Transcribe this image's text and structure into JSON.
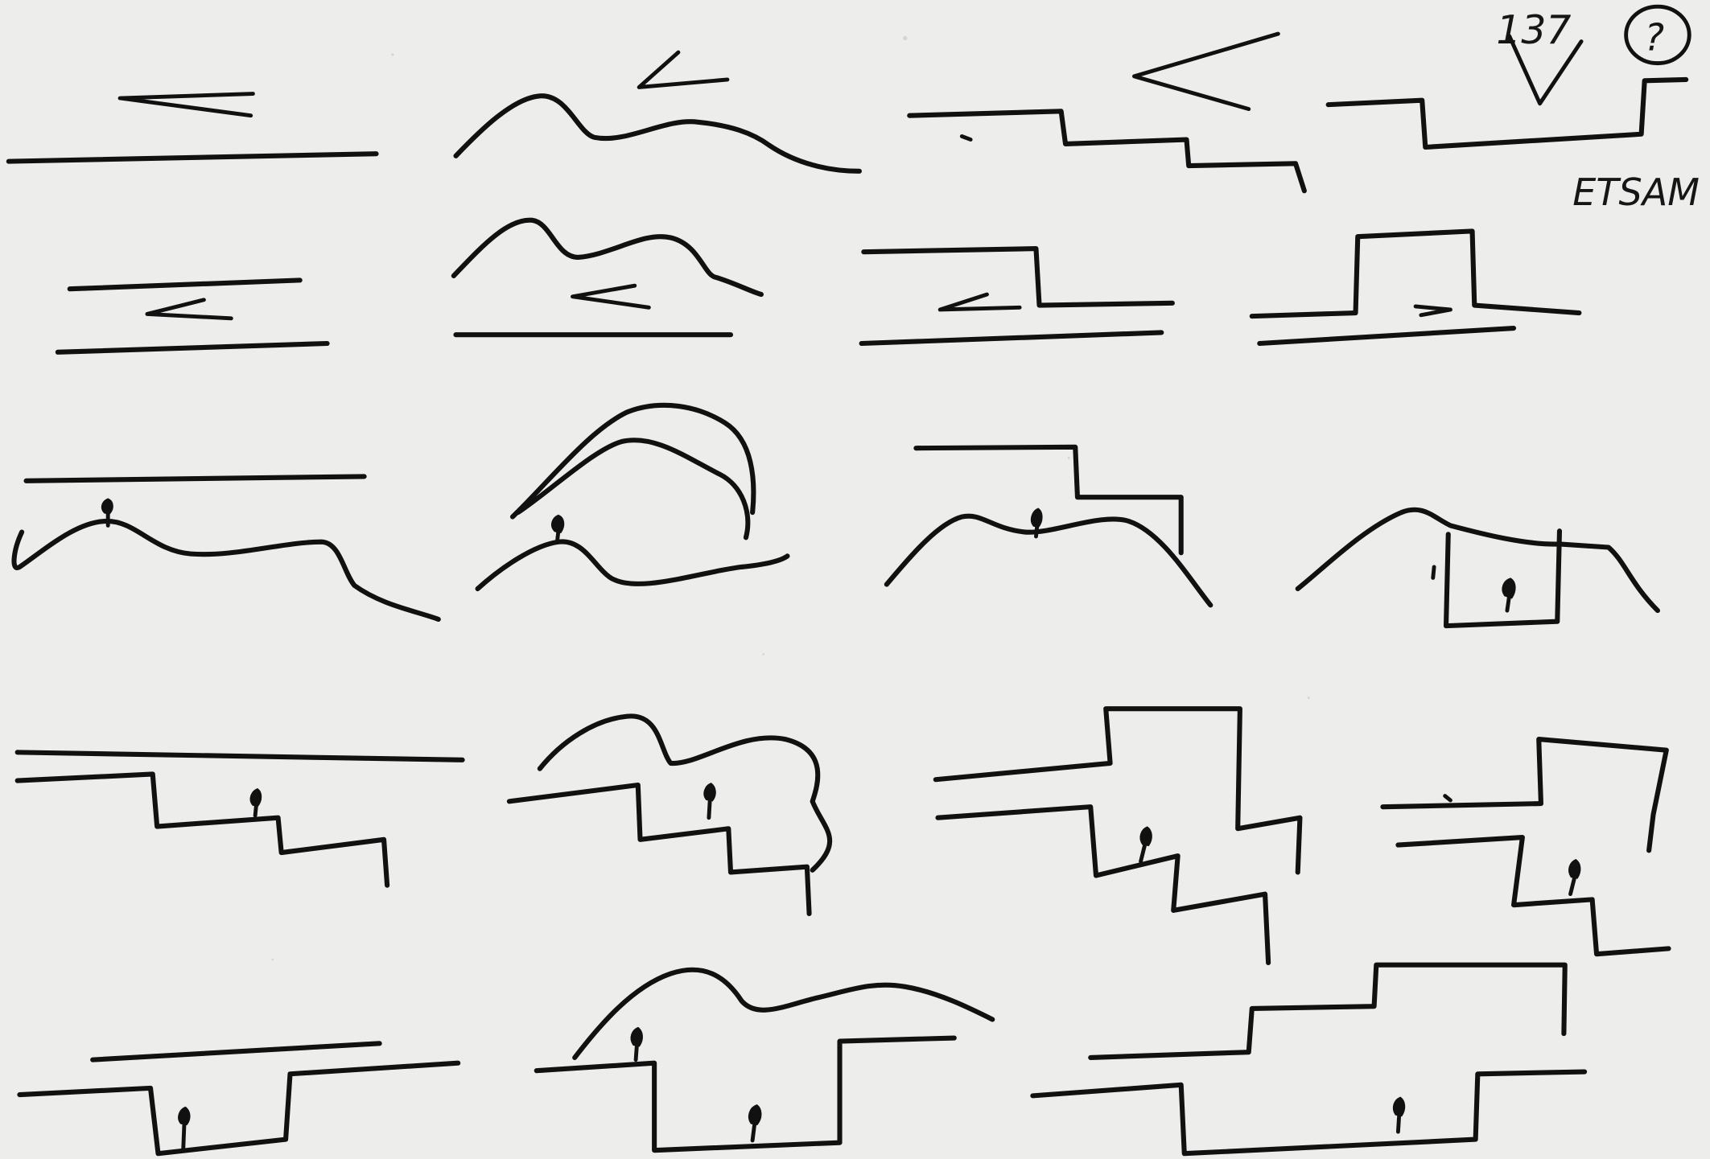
{
  "page": {
    "sheet_number": "137",
    "circled_number": "?",
    "label": "ETSAM",
    "background": "#ededec",
    "ink": "#111111"
  },
  "rows": [
    {
      "name": "row-1-horizon-studies",
      "panels": 4
    },
    {
      "name": "row-2-ground-and-cover-studies",
      "panels": 4
    },
    {
      "name": "row-3-figure-on-hill-studies",
      "panels": 4
    },
    {
      "name": "row-4-figure-on-steps-studies",
      "panels": 4
    },
    {
      "name": "row-5-figure-in-pit-studies",
      "panels": 3
    }
  ]
}
